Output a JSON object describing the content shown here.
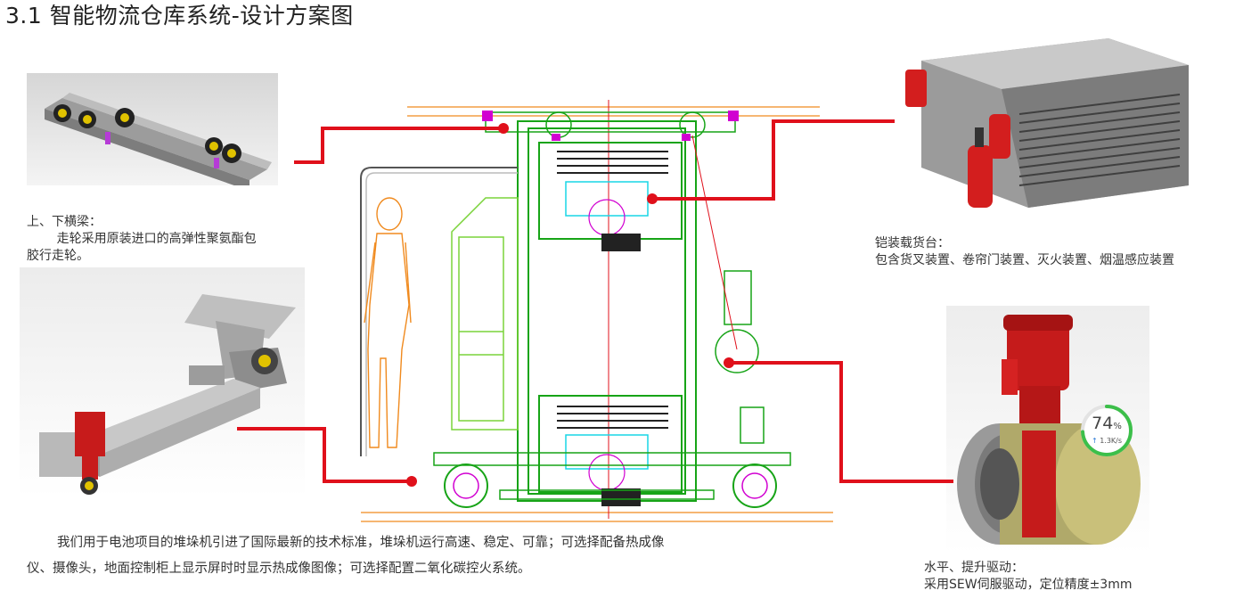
{
  "page": {
    "title": "3.1  智能物流仓库系统-设计方案图"
  },
  "captions": {
    "beam": {
      "title": "上、下横梁：",
      "text_line1": "走轮采用原装进口的高弹性聚氨酯包",
      "text_line2": "胶行走轮。"
    },
    "cargo": {
      "title": "铠装载货台：",
      "text": "包含货叉装置、卷帘门装置、灭火装置、烟温感应装置"
    },
    "drive": {
      "title": "水平、提升驱动：",
      "text": "采用SEW伺服驱动，定位精度±3mm"
    }
  },
  "description": {
    "line1": "我们用于电池项目的堆垛机引进了国际最新的技术标准，堆垛机运行高速、稳定、可靠；可选择配备热成像",
    "line2": "仪、摄像头，地面控制柜上显示屏时时显示热成像图像；可选择配置二氧化碳控火系统。"
  },
  "widget": {
    "percent": "74",
    "percent_unit": "%",
    "rate": "1.3K/s",
    "ring_fill": 0.74,
    "color": "#3cbf4a"
  },
  "colors": {
    "leader": "#e0101b",
    "cad_green": "#17a417",
    "cad_magenta": "#d100d1",
    "cad_orange": "#f08a1e"
  },
  "icons": {
    "rate_arrow": "arrow-up-icon"
  }
}
